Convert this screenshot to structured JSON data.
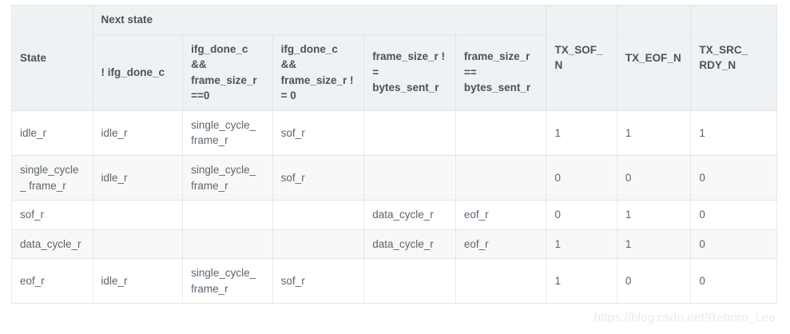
{
  "table": {
    "group_header": "Next state",
    "columns": [
      {
        "key": "state",
        "label": "State"
      },
      {
        "key": "cond1",
        "label": "!  ifg_done_c"
      },
      {
        "key": "cond2",
        "label": "ifg_done_c && frame_size_r ==0"
      },
      {
        "key": "cond3",
        "label": "ifg_done_c && frame_size_r !  = 0"
      },
      {
        "key": "cond4",
        "label": "frame_size_r !  = bytes_sent_r"
      },
      {
        "key": "cond5",
        "label": "frame_size_r == bytes_sent_r"
      },
      {
        "key": "tx_sof_n",
        "label": "TX_SOF_N"
      },
      {
        "key": "tx_eof_n",
        "label": "TX_EOF_N"
      },
      {
        "key": "tx_src_rdy_n",
        "label": "TX_SRC_ RDY_N"
      }
    ],
    "rows": [
      {
        "state": "idle_r",
        "cond1": "idle_r",
        "cond2": "single_cycle_ frame_r",
        "cond3": "sof_r",
        "cond4": "",
        "cond5": "",
        "tx_sof_n": "1",
        "tx_eof_n": "1",
        "tx_src_rdy_n": "1"
      },
      {
        "state": "single_cycle_ frame_r",
        "cond1": "idle_r",
        "cond2": "single_cycle_ frame_r",
        "cond3": "sof_r",
        "cond4": "",
        "cond5": "",
        "tx_sof_n": "0",
        "tx_eof_n": "0",
        "tx_src_rdy_n": "0"
      },
      {
        "state": "sof_r",
        "cond1": "",
        "cond2": "",
        "cond3": "",
        "cond4": "data_cycle_r",
        "cond5": "eof_r",
        "tx_sof_n": "0",
        "tx_eof_n": "1",
        "tx_src_rdy_n": "0"
      },
      {
        "state": "data_cycle_r",
        "cond1": "",
        "cond2": "",
        "cond3": "",
        "cond4": "data_cycle_r",
        "cond5": "eof_r",
        "tx_sof_n": "1",
        "tx_eof_n": "1",
        "tx_src_rdy_n": "0"
      },
      {
        "state": "eof_r",
        "cond1": "idle_r",
        "cond2": "single_cycle_ frame_r",
        "cond3": "sof_r",
        "cond4": "",
        "cond5": "",
        "tx_sof_n": "1",
        "tx_eof_n": "0",
        "tx_src_rdy_n": "0"
      }
    ]
  },
  "watermark": {
    "text": "https://blog.csdn.net/Reborn_Lee"
  },
  "colors": {
    "header_bg": "#eff2f4",
    "alt_row_bg": "#f8f8f7",
    "row_bg": "#ffffff",
    "text": "#5a6570",
    "header_text": "#48535e",
    "border": "#e7e4df",
    "watermark_text": "#e9eaec"
  }
}
